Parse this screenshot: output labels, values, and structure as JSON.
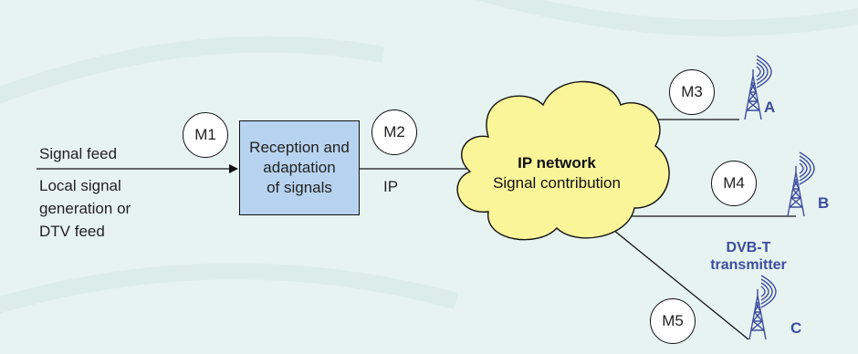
{
  "inputs": {
    "signal_feed": "Signal feed",
    "local_1": "Local signal",
    "local_2": "generation or",
    "local_3": "DTV feed"
  },
  "box": {
    "line1": "Reception and",
    "line2": "adaptation",
    "line3": "of signals"
  },
  "ip_label": "IP",
  "cloud": {
    "title": "IP network",
    "subtitle": "Signal contribution"
  },
  "measure_points": [
    "M1",
    "M2",
    "M3",
    "M4",
    "M5"
  ],
  "sites": [
    "A",
    "B",
    "C"
  ],
  "transmitter": {
    "line1": "DVB-T",
    "line2": "transmitter"
  },
  "colors": {
    "background": "#e7f3f1",
    "box_fill": "#b8d3ef",
    "cloud_fill": "#fbf59a",
    "transmitter": "#3d4d9e"
  }
}
